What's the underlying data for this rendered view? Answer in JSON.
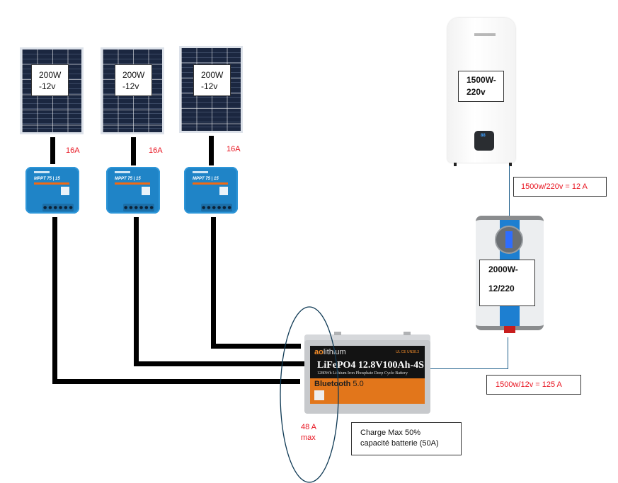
{
  "solar_panels": [
    {
      "label_line1": "200W",
      "label_line2": "-12v",
      "current": "16A"
    },
    {
      "label_line1": "200W",
      "label_line2": "-12v",
      "current": "16A"
    },
    {
      "label_line1": "200W",
      "label_line2": "-12v",
      "current": "16A"
    }
  ],
  "charge_controller": {
    "model": "MPPT 75 | 15"
  },
  "water_heater": {
    "label_line1": "1500W-",
    "label_line2": "220v",
    "current_calc": "1500w/220v = 12 A",
    "display": "88"
  },
  "inverter": {
    "label_line1": "2000W-",
    "label_line2": "12/220",
    "current_calc": "1500w/12v = 125 A"
  },
  "battery": {
    "brand": "ao",
    "brand_suffix": "lithium",
    "certs": "UL CE UN38.3",
    "model": "LiFePO4  12.8V100Ah-4S",
    "description": "1280Wh Lithium Iron Phosphate Deep Cycle Battery",
    "bluetooth": "Bluetooth",
    "bluetooth_version": "5.0"
  },
  "annotations": {
    "combined_current_line1": "48 A",
    "combined_current_line2": "max",
    "charge_note_line1": "Charge Max 50%",
    "charge_note_line2": "capacité batterie (50A)"
  },
  "colors": {
    "cable": "#000000",
    "thin_wire": "#1f5f8b",
    "current_text": "#e8131f",
    "mppt_blue": "#1f84c7",
    "battery_orange": "#e2761b"
  }
}
